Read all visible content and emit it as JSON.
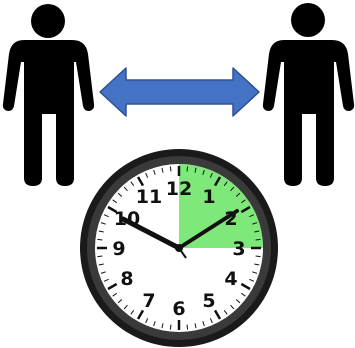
{
  "scene": {
    "left_person": {
      "icon": "person-icon",
      "color": "#000000"
    },
    "right_person": {
      "icon": "person-icon",
      "color": "#000000"
    },
    "arrow": {
      "icon": "double-headed-arrow-icon",
      "fill": "#4472c4",
      "stroke": "#2f528f"
    },
    "clock": {
      "icon": "wall-clock-icon",
      "numerals": [
        "12",
        "1",
        "2",
        "3",
        "4",
        "5",
        "6",
        "7",
        "8",
        "9",
        "10",
        "11"
      ],
      "time_shown": "10:10",
      "highlight_segment": {
        "color": "#7fe87a",
        "from": "12",
        "to": "3"
      },
      "rim_color": "#1a1a1a",
      "face_color": "#ffffff"
    }
  }
}
